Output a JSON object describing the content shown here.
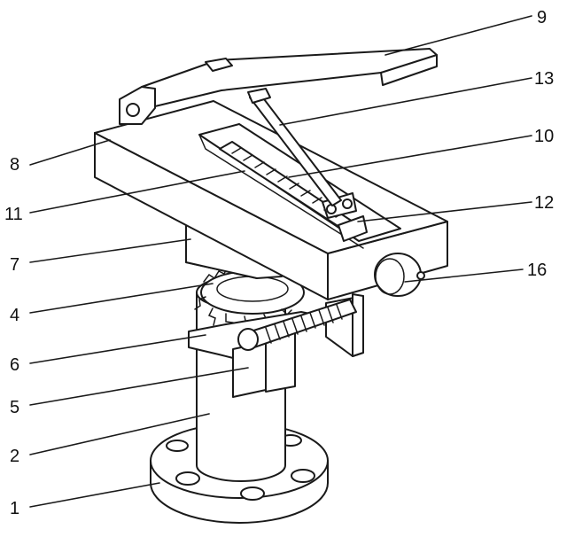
{
  "labels": {
    "l1": "1",
    "l2": "2",
    "l4": "4",
    "l5": "5",
    "l6": "6",
    "l7": "7",
    "l8": "8",
    "l9": "9",
    "l10": "10",
    "l11": "11",
    "l12": "12",
    "l13": "13",
    "l16": "16"
  }
}
